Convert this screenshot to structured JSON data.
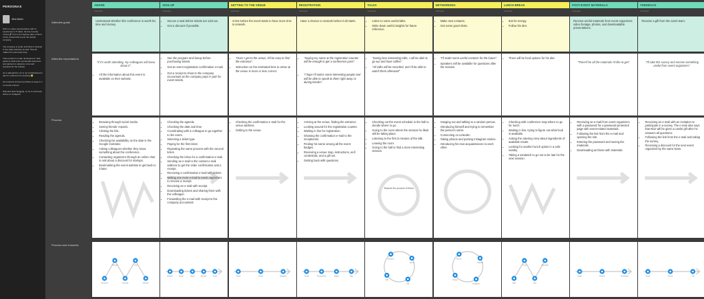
{
  "persona": {
    "title": "PERSONAS",
    "name": "Nick Martin",
    "bio": [
      "Nick is a sales representative with 6+ experience in IT sales. He has recently moved 🚀 from LA to Sydney after a friend of him invited Nick to join the startup company.",
      "The company is small, and Nick is involved in two sales activities as well. That all makes him extremely busy.",
      "Their product is under development. Nick wants to build a list of potential customers and partners in advance to be well prepared for the release.",
      "As a salesperson, he is not embarrassed to ask for a discount for anything 🙂",
      "He is laconic introvert and likes to keep it in a concise manner.",
      "Nick also likes blogging, so he is extremely active on Instagram."
    ]
  },
  "row_labels": {
    "goals": "Attendee goals",
    "expectations": "Attendee expectations",
    "process": "Process",
    "channels": "Process and channels"
  },
  "stages": [
    {
      "name": "AWARE",
      "sub": "Subheader",
      "color": "#6fdbb8"
    },
    {
      "name": "SIGN UP",
      "sub": "Subheader",
      "color": "#6fdbb8"
    },
    {
      "name": "GETTING TO THE VENUE",
      "sub": "Subheader",
      "color": "#f6ef5a"
    },
    {
      "name": "REGISTRATION",
      "sub": "Subheader",
      "color": "#f6ef5a"
    },
    {
      "name": "TALKS",
      "sub": "Subheader",
      "color": "#f6ef5a"
    },
    {
      "name": "NETWORKING",
      "sub": "Subheader",
      "color": "#f6ef5a"
    },
    {
      "name": "LUNCH BREAK",
      "sub": "Subheader",
      "color": "#f6ef5a"
    },
    {
      "name": "POST-EVENT MATERIALS",
      "sub": "Subheader",
      "color": "#6fdbb8"
    },
    {
      "name": "FEEDBACK",
      "sub": "Subheader",
      "color": "#6fdbb8"
    }
  ],
  "goals": [
    [
      "Understand whether this conference is worth his time and money."
    ],
    [
      "Secure a seat before tickets are sold out.",
      "Get a discount if possible."
    ],
    [
      "Arrive before the event starts to have more time to network."
    ],
    [
      "Have a chance to network before it all starts."
    ],
    [
      "Listen to some useful talks.",
      "Write down useful insights for future reference."
    ],
    [
      "Make new contacts.",
      "Get some good shots."
    ],
    [
      "Eat for energy.",
      "Follow his diet."
    ],
    [
      "Receive useful materials from event organizers: video footage, photos, and downloadable presentations."
    ],
    [
      "Receive a gift from the event team."
    ]
  ],
  "expectations": [
    {
      "quote": "\"If it's worth attending, my colleagues will know about it\".",
      "bullets": [
        "All the information about this event is available on their website."
      ]
    },
    {
      "quote": "",
      "bullets": [
        "See the program and lineup before purchasing tickets.",
        "Get an event registration confirmation e-mail.",
        "Get a receipt to show to the company accountant as the company pays in part for event tickets."
      ]
    },
    {
      "quote": "",
      "bullets": [
        "\"Once I get to the venue, it'll be easy to find the entrance\".",
        "Instruction on the estimated time to arrive at the venue is more or less correct."
      ]
    },
    {
      "quote": "",
      "bullets": [
        "\"Saying my name at the registration counter will be enough to get a conference pass\".",
        "\"I hope I'll notice some interesting people and will be able to speak to them right away or during breaks\"."
      ]
    },
    {
      "quote": "",
      "bullets": [
        "\"During less interesting talks, I will be able to go out and have coffee\".",
        "\"All talks will be recorded, and I'll be able to watch them afterward\""
      ]
    },
    {
      "quote": "",
      "bullets": [
        "\"I'll make some useful contacts for the future\".",
        "Speakers will be available for questions after the session."
      ]
    },
    {
      "quote": "",
      "bullets": [
        "There will be food options for his diet."
      ]
    },
    {
      "quote": "\"There'll be all the materials I'd like to get\".",
      "bullets": []
    },
    {
      "quote": "\"I'll take this survey and receive something useful from event organizers\".",
      "bullets": []
    }
  ],
  "process": [
    [
      "Browsing through social media.",
      "Seeing friends' reposts.",
      "Clicking the link.",
      "Reading the agenda.",
      "Checking his availability on the date in the Google Calendar.",
      "Asking colleagues whether they know something about the conference.",
      "Contacting organizers through an online chat to ask about a discount for startups.",
      "Bookmarking the event website to get back to it later."
    ],
    [
      "Checking the agenda.",
      "Checking the date and time.",
      "Coordinating with a colleague to go together to the event.",
      "Selecting a ticket type.",
      "Paying for the first ticket.",
      "Repeating the same process with the second ticket.",
      "Checking the inbox for a confirmation e-mail.",
      "Sending an e-mail to the contact e-mail address to get the order confirmation and a receipt.",
      "Receiving a confirmation e-mail with tickets.",
      "Writing one more e-mail to event organizers to receive a receipt.",
      "Receiving an e-mail with receipt.",
      "Downloading tickets and sharing them with the colleague.",
      "Forwarding the e-mail with receipt to the company accountant."
    ],
    [
      "Checking the confirmation e-mail for the venue address.",
      "Getting to the venue."
    ],
    [
      "Arriving at the venue, finding the entrance.",
      "Looking around for the registration counter.",
      "Waiting in line for registration.",
      "Showing the confirmation e-mail to the receptionist.",
      "Finding his name among all the event badges.",
      "Receiving a venue map, instructions, wi-fi credentials, and a gift set.",
      "Getting back with questions."
    ],
    [
      "Checking out the event schedule in the hall to decide where to go.",
      "Going to the room where the session he liked will be taking place.",
      "Listening to the first 5 minutes of the talk.",
      "Leaving the room.",
      "Going to the hall to find a more interesting session."
    ],
    [
      "Hanging out and talking to a random person.",
      "Introducing himself and trying to remember the person's name.",
      "Connecting on LinkedIn.",
      "Taking photos and posting Instagram stories.",
      "Introducing his new acquaintances to each other."
    ],
    [
      "Checking with conference map where to go for lunch.",
      "Waiting in line, trying to figure out what food is available.",
      "Asking the catering crew about ingredients of available meals.",
      "Looking for another lunch option in a cafe nearby.",
      "Taking a sandwich to go not to be late for the next session."
    ],
    [
      "Receiving an e-mail from event organizers with a password for a password-protected page with event-related materials.",
      "Following the link from the e-mail and opening the site.",
      "Entering the password and seeing the materials.",
      "Downloading archives with materials."
    ],
    [
      "Receiving an e-mail with an invitation to participate in a survey. The e-mail also says that Nick will be given a useful gift after he answers all questions.",
      "Following the link from the e-mail and taking the survey.",
      "Receiving a discount for the next event organized by the same team."
    ]
  ],
  "repeat_note": "Repeat the process N times",
  "channels": [
    {
      "labels": [
        "Facebook",
        "Website",
        "Calendar",
        "Chat",
        "Website"
      ]
    },
    {
      "labels": [
        "Website",
        "Email",
        "Email",
        "Website",
        "Email"
      ]
    },
    {
      "labels": [
        "Email",
        "Email",
        "Navigator"
      ]
    },
    {
      "labels": [
        "Email",
        "Receptionist",
        "Badge",
        "Map"
      ]
    },
    {
      "labels": [
        "Schedule",
        "Room",
        "Talk",
        "Hall"
      ]
    },
    {
      "labels": [
        "Person",
        "LinkedIn",
        "Instagram",
        "Person"
      ]
    },
    {
      "labels": [
        "Map",
        "Food",
        "Cafe",
        "Sandwich"
      ]
    },
    {
      "labels": [
        "Email",
        "Website",
        "Download"
      ]
    },
    {
      "labels": [
        "Email",
        "Survey",
        "Gift"
      ]
    }
  ]
}
